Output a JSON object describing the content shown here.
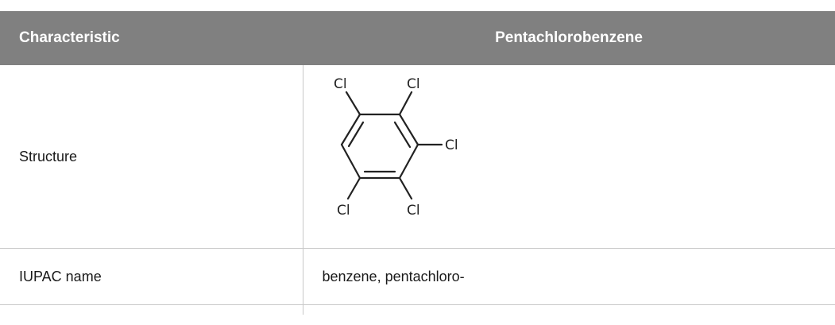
{
  "table": {
    "header": {
      "col1": "Characteristic",
      "col2": "Pentachlorobenzene"
    },
    "rows": [
      {
        "label": "Structure",
        "structure_atoms": [
          "Cl",
          "Cl",
          "Cl",
          "Cl",
          "Cl"
        ]
      },
      {
        "label": "IUPAC name",
        "value": "benzene, pentachloro-"
      }
    ]
  }
}
